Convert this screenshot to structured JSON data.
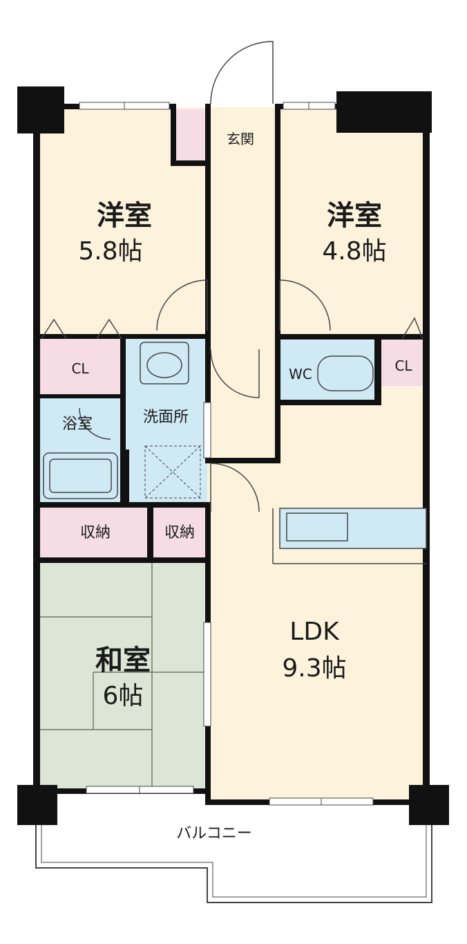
{
  "colors": {
    "wall": "#111111",
    "floor": "#fdf3dc",
    "storage": "#f6dde5",
    "wet": "#cfe9f5",
    "tatami": "#dde5d6",
    "line": "#444444"
  },
  "rooms": {
    "western_room_1": {
      "name": "洋室",
      "size": "5.8帖"
    },
    "western_room_2": {
      "name": "洋室",
      "size": "4.8帖"
    },
    "japanese_room": {
      "name": "和室",
      "size": "6帖"
    },
    "ldk": {
      "name": "LDK",
      "size": "9.3帖"
    },
    "entrance": "玄関",
    "washroom": "洗面所",
    "bath": "浴室",
    "wc": "WC",
    "closet_left": "CL",
    "closet_right": "CL",
    "storage_left": "収納",
    "storage_right": "収納",
    "balcony": "バルコニー"
  }
}
